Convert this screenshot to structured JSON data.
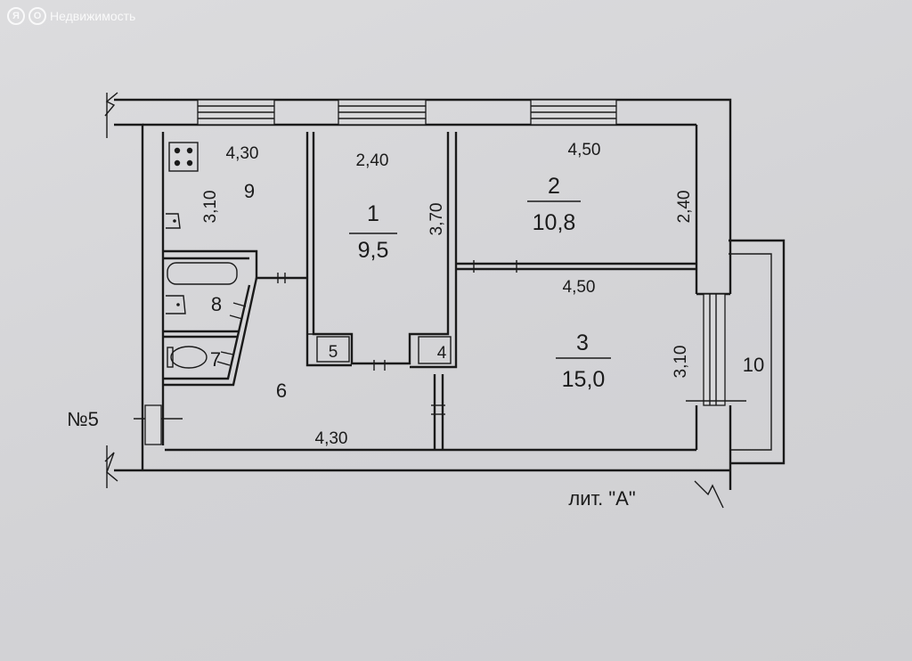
{
  "watermark": {
    "mark_1": "Я",
    "mark_2": "О",
    "text": "Недвижимость"
  },
  "plan": {
    "apartment_no": "№5",
    "letter": "лит. \"А\"",
    "rooms": [
      {
        "id": "9",
        "number": "9",
        "top_dim": "4,30",
        "side_dim": "3,10"
      },
      {
        "id": "1",
        "number": "1",
        "area": "9,5",
        "top_dim": "2,40",
        "side_dim": "3,70"
      },
      {
        "id": "2",
        "number": "2",
        "area": "10,8",
        "top_dim": "4,50",
        "side_dim": "2,40"
      },
      {
        "id": "3",
        "number": "3",
        "area": "15,0",
        "top_dim": "4,50",
        "side_dim": "3,10"
      },
      {
        "id": "6",
        "number": "6",
        "bottom_dim": "4,30"
      },
      {
        "id": "8",
        "number": "8"
      },
      {
        "id": "7",
        "number": "7"
      },
      {
        "id": "5",
        "number": "5"
      },
      {
        "id": "4",
        "number": "4"
      },
      {
        "id": "10",
        "number": "10"
      }
    ]
  }
}
